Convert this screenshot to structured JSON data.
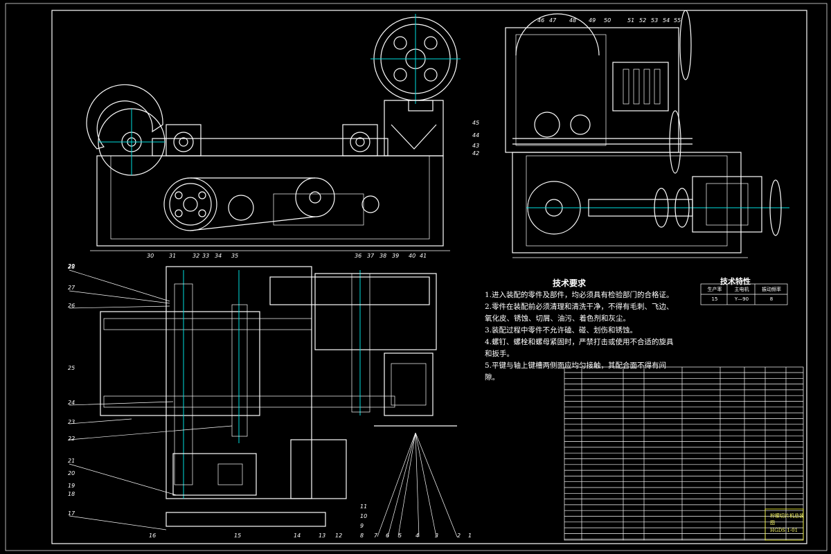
{
  "requirements": {
    "title": "技术要求",
    "items": [
      "1.进入装配的零件及部件，均必须具有检验部门的合格证。",
      "2.零件在装配前必须清理和清洗干净，不得有毛刺、飞边、",
      "氧化皮、锈蚀、切屑、油污、着色剂和灰尘。",
      "3.装配过程中零件不允许磕、碰、划伤和锈蚀。",
      "4.螺钉、螺栓和螺母紧固时，严禁打击或使用不合适的旋具",
      "和扳手。",
      "5.平键与轴上键槽两侧面应均匀接触，其配合面不得有间",
      "隙。"
    ]
  },
  "spec": {
    "title": "技术特性",
    "col1": "生产率",
    "col2": "主电机",
    "col3": "振动频率",
    "v1": "15",
    "v2": "Y—90",
    "v3": "8"
  },
  "drawing": {
    "number": "HGDS 1-01",
    "name": "柠檬切片机总装图"
  },
  "part_labels": [
    "46",
    "47",
    "48",
    "49",
    "50",
    "51",
    "52",
    "53",
    "54",
    "55",
    "45",
    "44",
    "43",
    "42",
    "29",
    "30",
    "31",
    "32",
    "33",
    "34",
    "35",
    "36",
    "37",
    "38",
    "39",
    "40",
    "41",
    "28",
    "27",
    "26",
    "25",
    "24",
    "23",
    "22",
    "21",
    "20",
    "19",
    "18",
    "17",
    "16",
    "15",
    "14",
    "13",
    "12",
    "11",
    "10",
    "9",
    "8",
    "7",
    "6",
    "5",
    "4",
    "3",
    "2",
    "1"
  ],
  "colors": {
    "background": "#000000",
    "lines": "#ffffff",
    "centerlines": "#00e0e0",
    "titleblock": "#ffff33"
  }
}
